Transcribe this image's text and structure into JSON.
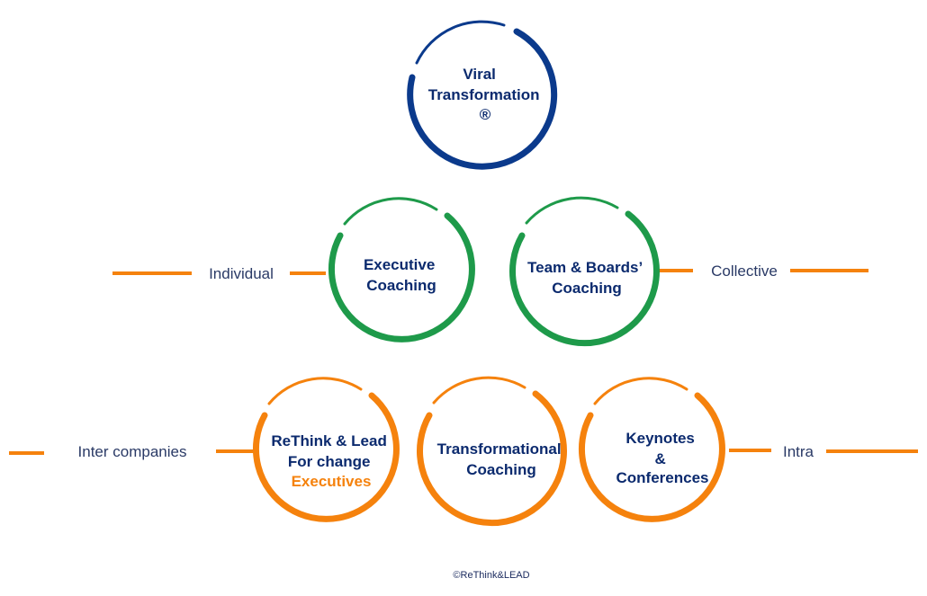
{
  "colors": {
    "blue": "#0b3a8c",
    "green": "#1e9a4a",
    "orange": "#f5820d",
    "text_dark": "#0b2a6e"
  },
  "nodes": {
    "viral": {
      "line1": "Viral",
      "line2": "Transformation",
      "line3": "®"
    },
    "executive": {
      "line1": "Executive",
      "line2": "Coaching"
    },
    "team": {
      "line1": "Team & Boards’",
      "line2": "Coaching"
    },
    "rethink": {
      "line1": "ReThink & Lead",
      "line2": "For change",
      "line3": "Executives"
    },
    "transformational": {
      "line1": "Transformational",
      "line2": "Coaching"
    },
    "keynotes": {
      "line1": "Keynotes",
      "line2": "&",
      "line3": "Conferences"
    }
  },
  "labels": {
    "individual": "Individual",
    "collective": "Collective",
    "inter_companies": "Inter companies",
    "intra": "Intra"
  },
  "footer": "©ReThink&LEAD"
}
